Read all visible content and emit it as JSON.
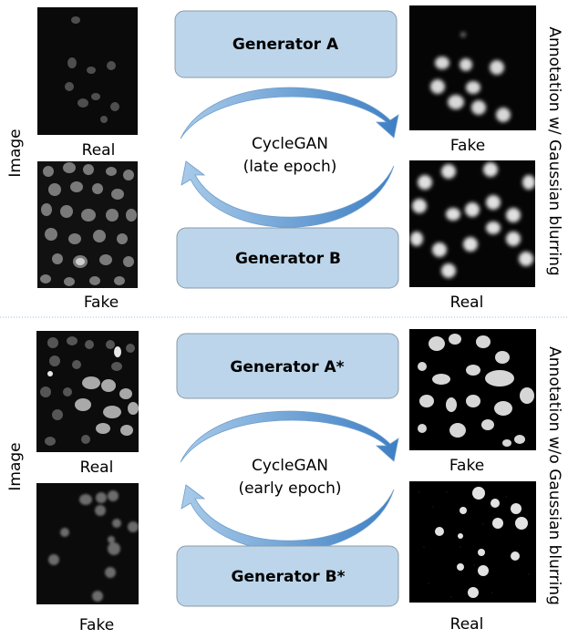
{
  "top": {
    "left_side_label": "Image",
    "right_side_label": "Annotation w/ Gaussian blurring",
    "generator_a": "Generator A",
    "generator_b": "Generator B",
    "cycle_line1": "CycleGAN",
    "cycle_line2": "(late epoch)",
    "img_tl_caption": "Real",
    "img_bl_caption": "Fake",
    "img_tr_caption": "Fake",
    "img_br_caption": "Real"
  },
  "bottom": {
    "left_side_label": "Image",
    "right_side_label": "Annotation w/o Gaussian blurring",
    "generator_a": "Generator A*",
    "generator_b": "Generator B*",
    "cycle_line1": "CycleGAN",
    "cycle_line2": "(early epoch)",
    "img_tl_caption": "Real",
    "img_bl_caption": "Fake",
    "img_tr_caption": "Fake",
    "img_br_caption": "Real"
  },
  "colors": {
    "generator_fill": "#bcd5ea",
    "generator_stroke": "#8a9aa8",
    "arrow_light": "#a9cbe9",
    "arrow_dark": "#3d7fc4",
    "divider": "#9bc3df",
    "microscopy_bg": "#0a0a0a"
  }
}
